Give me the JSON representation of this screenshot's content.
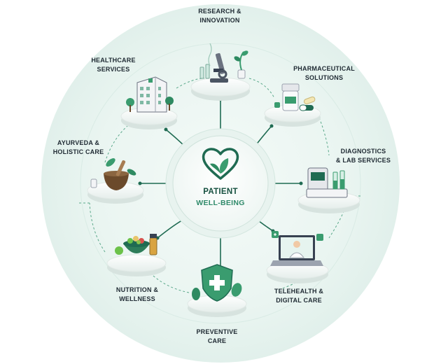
{
  "center": {
    "line1": "PATIENT",
    "line2": "WELL-BEING",
    "icon": "heart-leaf-icon"
  },
  "nodes": [
    {
      "key": "research",
      "label_lines": [
        "RESEARCH &",
        "INNOVATION"
      ],
      "icon": "microscope-icon"
    },
    {
      "key": "pharma",
      "label_lines": [
        "PHARMACEUTICAL",
        "SOLUTIONS"
      ],
      "icon": "pill-bottle-icon"
    },
    {
      "key": "diagnostics",
      "label_lines": [
        "DIAGNOSTICS",
        "& LAB SERVICES"
      ],
      "icon": "lab-analyzer-icon"
    },
    {
      "key": "telehealth",
      "label_lines": [
        "TELEHEALTH &",
        "DIGITAL CARE"
      ],
      "icon": "laptop-doctor-icon"
    },
    {
      "key": "preventive",
      "label_lines": [
        "PREVENTIVE",
        "CARE"
      ],
      "icon": "shield-cross-icon"
    },
    {
      "key": "nutrition",
      "label_lines": [
        "NUTRITION &",
        "WELLNESS"
      ],
      "icon": "salad-bowl-icon"
    },
    {
      "key": "ayurveda",
      "label_lines": [
        "AYURVEDA &",
        "HOLISTIC CARE"
      ],
      "icon": "mortar-pestle-icon"
    },
    {
      "key": "healthcare",
      "label_lines": [
        "HEALTHCARE",
        "SERVICES"
      ],
      "icon": "hospital-building-icon"
    }
  ],
  "colors": {
    "dark_green": "#1f6b52",
    "accent_green": "#3a9c6f",
    "mint": "#e6f4ef",
    "text": "#1f2a33"
  }
}
